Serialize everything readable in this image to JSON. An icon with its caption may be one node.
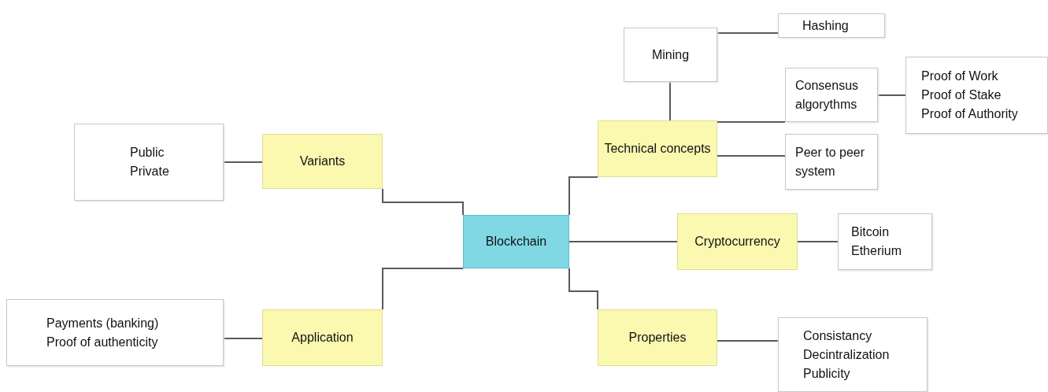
{
  "diagram": {
    "nodes": [
      {
        "text": [
          "Blockchain"
        ]
      },
      {
        "text": [
          "Variants"
        ]
      },
      {
        "text": [
          "Public",
          "Private"
        ]
      },
      {
        "text": [
          "Application"
        ]
      },
      {
        "text": [
          "Payments (banking)",
          "Proof of authenticity"
        ]
      },
      {
        "text": [
          "Technical concepts"
        ]
      },
      {
        "text": [
          "Mining"
        ]
      },
      {
        "text": [
          "Hashing"
        ]
      },
      {
        "text": [
          "Consensus algorythms"
        ]
      },
      {
        "text": [
          "Proof of Work",
          "Proof of Stake",
          "Proof of Authority"
        ]
      },
      {
        "text": [
          "Peer to peer system"
        ]
      },
      {
        "text": [
          "Cryptocurrency"
        ]
      },
      {
        "text": [
          "Bitcoin",
          "Etherium"
        ]
      },
      {
        "text": [
          "Properties"
        ]
      },
      {
        "text": [
          "Consistancy",
          "Decintralization",
          "Publicity"
        ]
      }
    ],
    "edges": [
      {
        "from": 0,
        "to": 1,
        "arrow": "none"
      },
      {
        "from": 1,
        "to": 2,
        "arrow": "none"
      },
      {
        "from": 0,
        "to": 3,
        "arrow": "none"
      },
      {
        "from": 3,
        "to": 4,
        "arrow": "none"
      },
      {
        "from": 0,
        "to": 5,
        "arrow": "none"
      },
      {
        "from": 5,
        "to": 6,
        "arrow": "none"
      },
      {
        "from": 6,
        "to": 7,
        "arrow": "none"
      },
      {
        "from": 5,
        "to": 8,
        "arrow": "none"
      },
      {
        "from": 8,
        "to": 9,
        "arrow": "none"
      },
      {
        "from": 5,
        "to": 10,
        "arrow": "none"
      },
      {
        "from": 0,
        "to": 11,
        "arrow": "none"
      },
      {
        "from": 11,
        "to": 12,
        "arrow": "none"
      },
      {
        "from": 0,
        "to": 13,
        "arrow": "none"
      },
      {
        "from": 13,
        "to": 14,
        "arrow": "none"
      }
    ]
  }
}
